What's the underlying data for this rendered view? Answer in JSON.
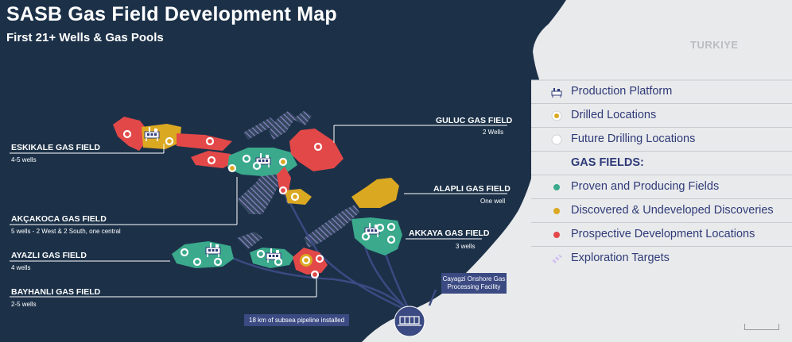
{
  "title": "SASB Gas Field Development Map",
  "subtitle": "First 21+ Wells & Gas Pools",
  "country": "TURKIYE",
  "fields": [
    {
      "name": "ESKIKALE GAS FIELD",
      "note": "4-5 wells"
    },
    {
      "name": "AKÇAKOCA GAS FIELD",
      "note": "5 wells - 2 West & 2 South, one central"
    },
    {
      "name": "AYAZLI GAS FIELD",
      "note": "4 wells"
    },
    {
      "name": "BAYHANLI GAS FIELD",
      "note": "2-5 wells"
    },
    {
      "name": "GULUC GAS FIELD",
      "note": "2 Wells"
    },
    {
      "name": "ALAPLI GAS FIELD",
      "note": "One well"
    },
    {
      "name": "AKKAYA GAS FIELD",
      "note": "3 wells"
    }
  ],
  "facility": {
    "line1": "Cayagzi Onshore Gas",
    "line2": "Processing Facility"
  },
  "pipeline_label": "18 km of subsea pipeline installed",
  "legend": [
    {
      "icon": "production-platform-icon",
      "label": "Production Platform"
    },
    {
      "icon": "drilled-location-icon",
      "label": "Drilled Locations"
    },
    {
      "icon": "future-drilling-location-icon",
      "label": "Future Drilling Locations"
    },
    {
      "icon": "none",
      "label": "GAS FIELDS:"
    },
    {
      "icon": "proven-field-icon",
      "label": "Proven and Producing Fields"
    },
    {
      "icon": "discovered-field-icon",
      "label": "Discovered & Undeveloped Discoveries"
    },
    {
      "icon": "prospective-field-icon",
      "label": "Prospective Development Locations"
    },
    {
      "icon": "exploration-target-icon",
      "label": "Exploration Targets"
    }
  ],
  "colors": {
    "sea": "#1c3148",
    "land": "#e9eaec",
    "proven": "#3aa98c",
    "discovered": "#dba822",
    "prospective": "#e34848",
    "exploration": "#8d84c4",
    "label_box": "#3b4a82",
    "legend_text": "#2f3b78"
  }
}
